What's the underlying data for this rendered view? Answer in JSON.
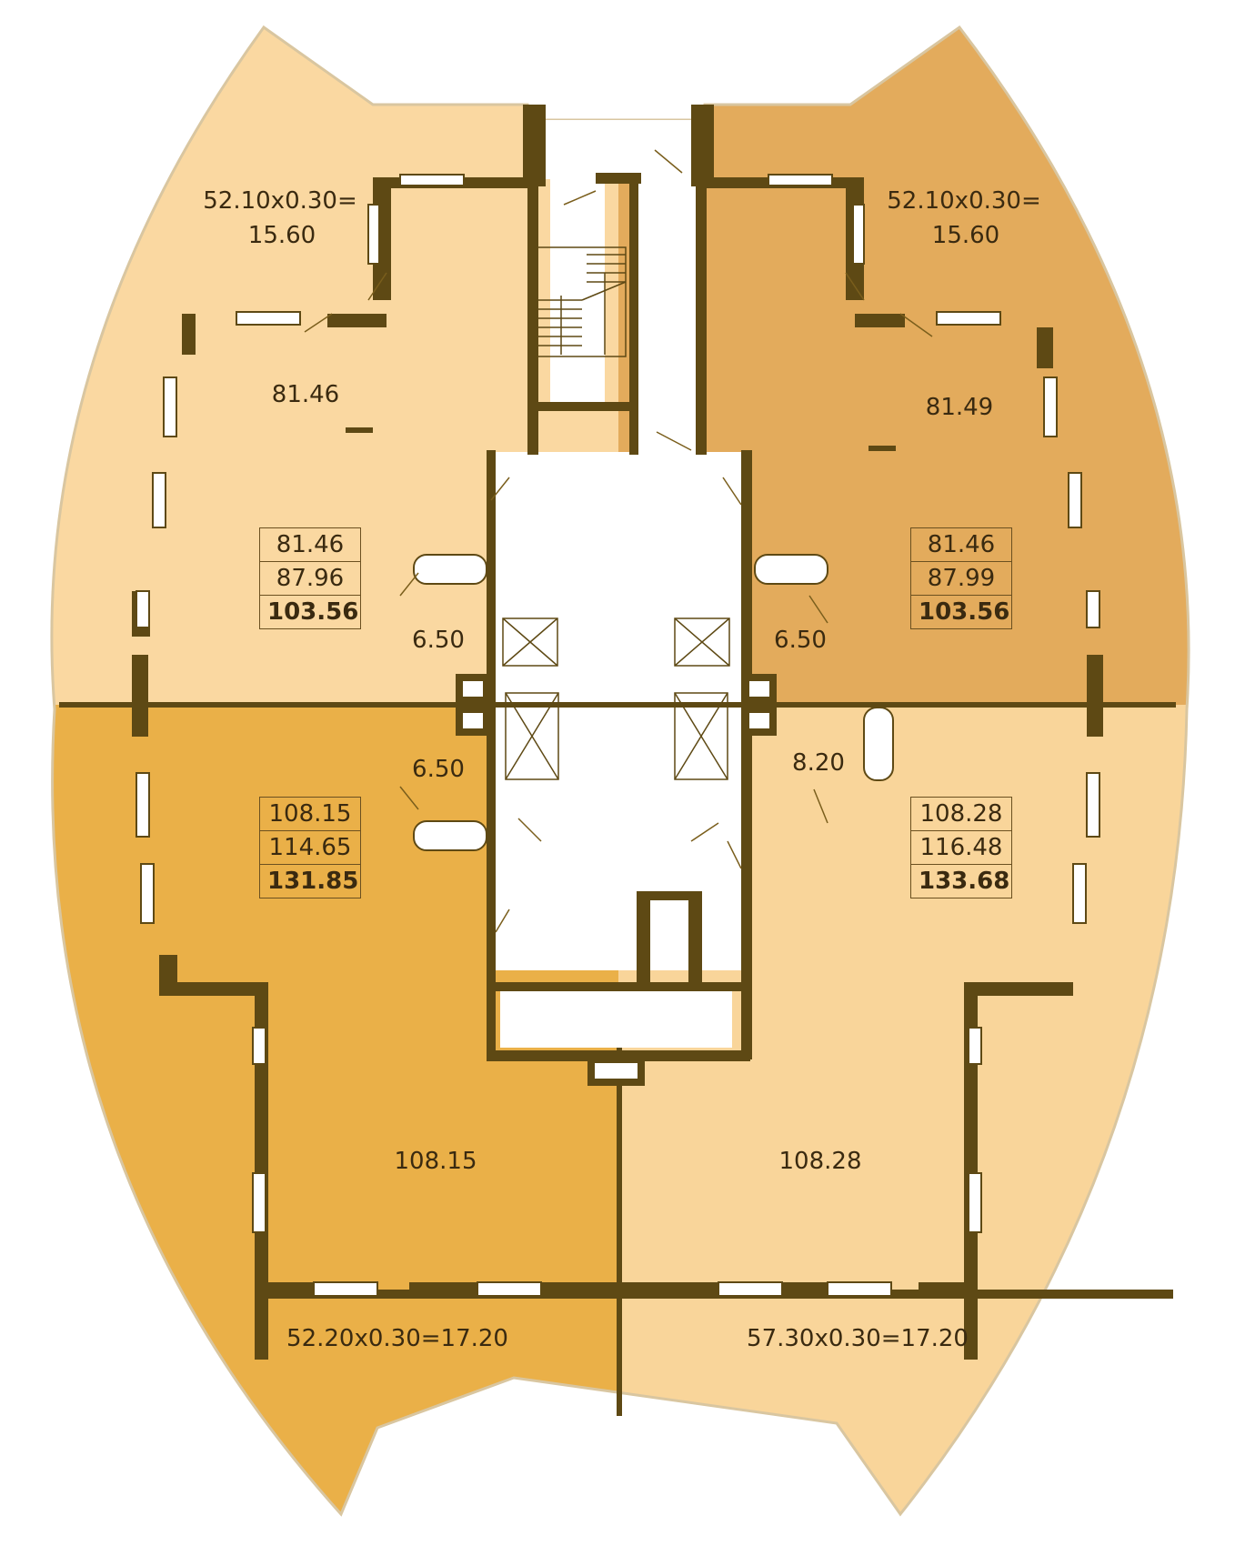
{
  "colors": {
    "wall": "#5e4914",
    "unit_top_left": "#fad8a1",
    "unit_top_right": "#e3ab5c",
    "unit_bottom_left": "#eab048",
    "unit_bottom_right": "#f9d59a",
    "core": "#ffffff",
    "outline": "#d9c6a0"
  },
  "balconies": {
    "top_left": {
      "line1": "52.10x0.30=",
      "line2": "15.60"
    },
    "top_right": {
      "line1": "52.10x0.30=",
      "line2": "15.60"
    },
    "bottom_left": "52.20x0.30=17.20",
    "bottom_right": "57.30x0.30=17.20"
  },
  "rooms": {
    "top_left_main": "81.46",
    "top_right_main": "81.49",
    "bottom_left_main": "108.15",
    "bottom_right_main": "108.28",
    "bath_left_upper": "6.50",
    "bath_left_lower": "6.50",
    "bath_right_upper": "6.50",
    "bath_right_lower": "8.20"
  },
  "units": {
    "top_left": {
      "living": "81.46",
      "total": "87.96",
      "gross": "103.56"
    },
    "top_right": {
      "living": "81.46",
      "total": "87.99",
      "gross": "103.56"
    },
    "bottom_left": {
      "living": "108.15",
      "total": "114.65",
      "gross": "131.85"
    },
    "bottom_right": {
      "living": "108.28",
      "total": "116.48",
      "gross": "133.68"
    }
  }
}
